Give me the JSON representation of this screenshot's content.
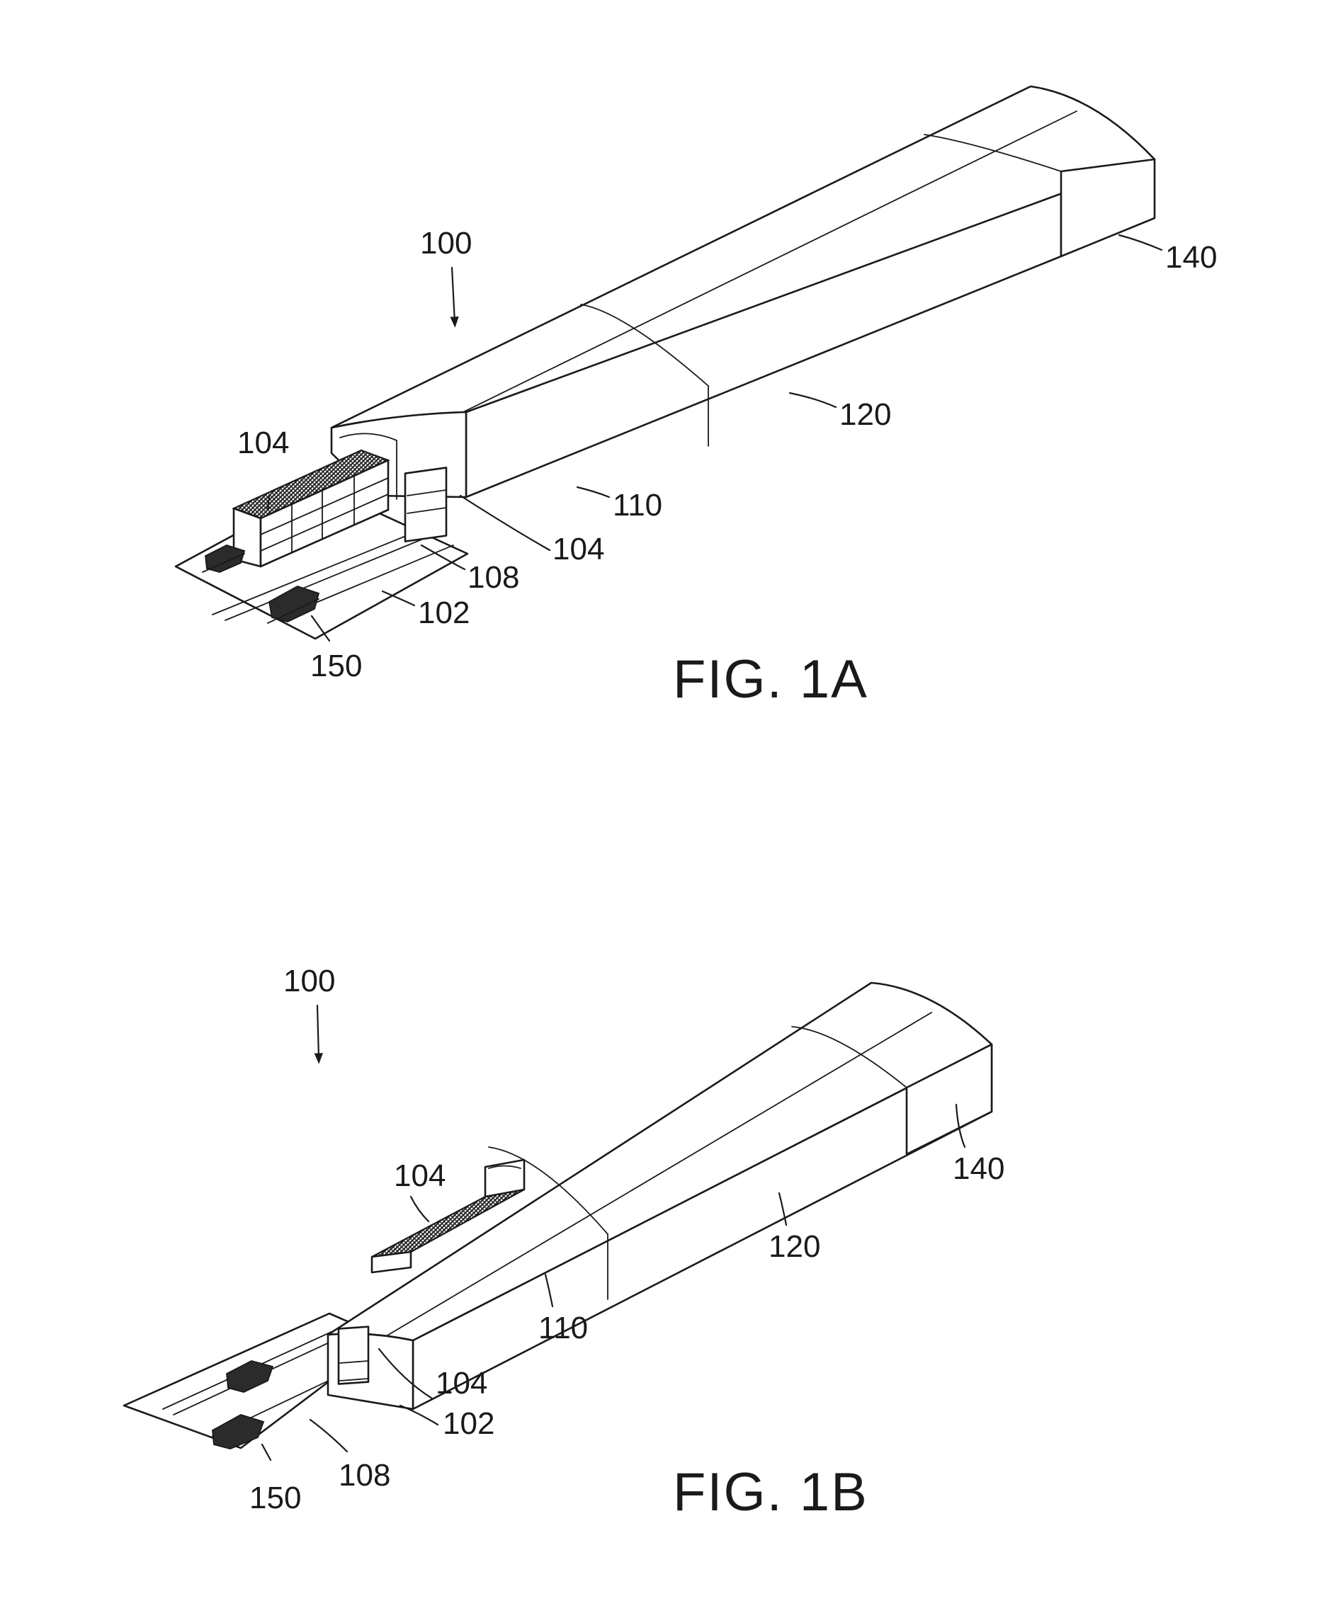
{
  "figures": [
    {
      "id": "fig1a",
      "caption": "FIG. 1A",
      "labels": {
        "system": "100",
        "module_front": "104",
        "door": "104",
        "rail": "108",
        "module_1": "110",
        "module_2": "120",
        "module_end": "140",
        "pad": "102",
        "vehicle": "150"
      }
    },
    {
      "id": "fig1b",
      "caption": "FIG. 1B",
      "labels": {
        "system": "100",
        "module_front": "104",
        "door": "104",
        "rail": "108",
        "module_1": "110",
        "module_2": "120",
        "module_end": "140",
        "pad": "102",
        "vehicle": "150"
      }
    }
  ]
}
